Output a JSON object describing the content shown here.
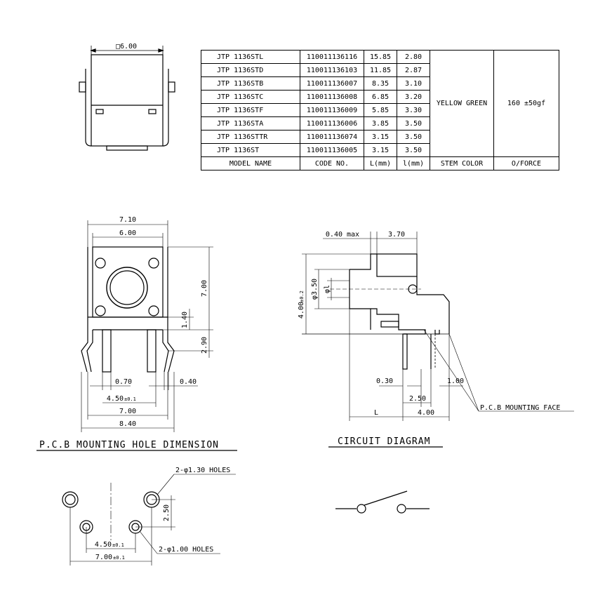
{
  "table": {
    "rows": [
      {
        "model": "JTP 1136STL",
        "code": "110011136116",
        "L": "15.85",
        "l": "2.80"
      },
      {
        "model": "JTP 1136STD",
        "code": "110011136103",
        "L": "11.85",
        "l": "2.87"
      },
      {
        "model": "JTP 1136STB",
        "code": "110011136007",
        "L": "8.35",
        "l": "3.10"
      },
      {
        "model": "JTP 1136STC",
        "code": "110011136008",
        "L": "6.85",
        "l": "3.20"
      },
      {
        "model": "JTP 1136STF",
        "code": "110011136009",
        "L": "5.85",
        "l": "3.30"
      },
      {
        "model": "JTP 1136STA",
        "code": "110011136006",
        "L": "3.85",
        "l": "3.50"
      },
      {
        "model": "JTP 1136STTR",
        "code": "110011136074",
        "L": "3.15",
        "l": "3.50"
      },
      {
        "model": "JTP 1136ST",
        "code": "110011136005",
        "L": "3.15",
        "l": "3.50"
      }
    ],
    "stem_color": "YELLOW GREEN",
    "force": "160 ±50gf",
    "headers": {
      "model": "MODEL NAME",
      "code": "CODE NO.",
      "L": "L(mm)",
      "l": "l(mm)",
      "color": "STEM COLOR",
      "force": "O/FORCE"
    }
  },
  "top_view": {
    "dim_width": "□6.00"
  },
  "front_view": {
    "dim_top_outer": "7.10",
    "dim_top_inner": "6.00",
    "dim_height": "7.00",
    "dim_1_40": "1.40",
    "dim_2_90": "2.90",
    "dim_0_70": "0.70",
    "dim_0_40": "0.40",
    "dim_4_50": "4.50",
    "dim_4_50_tol": "±0.1",
    "dim_7_00": "7.00",
    "dim_8_40": "8.40"
  },
  "side_view": {
    "dim_0_40_max": "0.40 max",
    "dim_3_70": "3.70",
    "dim_dia_3_50": "φ3.50",
    "dim_dia_l": "φl",
    "dim_4_00": "4.00",
    "dim_4_00_tol": "±0.2",
    "dim_0_30": "0.30",
    "dim_1_00": "1.00",
    "dim_2_50": "2.50",
    "dim_4_00b": "4.00",
    "dim_L": "L",
    "pcb_face_label": "P.C.B MOUNTING FACE"
  },
  "titles": {
    "pcb_hole": "P.C.B MOUNTING HOLE DIMENSION",
    "circuit": "CIRCUIT DIAGRAM"
  },
  "pcb_holes": {
    "large_holes": "2-φ1.30 HOLES",
    "small_holes": "2-φ1.00 HOLES",
    "dim_2_50": "2.50",
    "dim_4_50": "4.50",
    "dim_4_50_tol": "±0.1",
    "dim_7_00": "7.00",
    "dim_7_00_tol": "±0.1"
  }
}
